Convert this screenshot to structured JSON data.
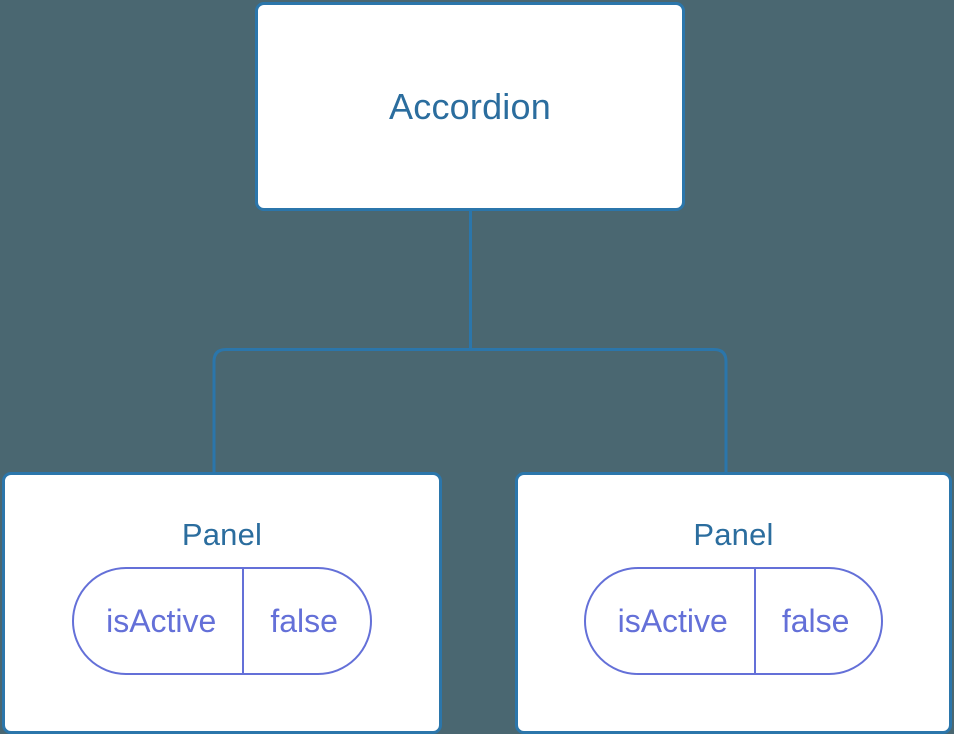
{
  "diagram": {
    "type": "component-tree",
    "background_color": "#4a6771",
    "node_border_color": "#2b76ab",
    "node_title_color": "#2b6d9e",
    "state_color": "#6470d8",
    "connector_color": "#2b76ab",
    "root": {
      "title": "Accordion"
    },
    "children": [
      {
        "title": "Panel",
        "state": {
          "key": "isActive",
          "value": "false"
        }
      },
      {
        "title": "Panel",
        "state": {
          "key": "isActive",
          "value": "false"
        }
      }
    ]
  }
}
